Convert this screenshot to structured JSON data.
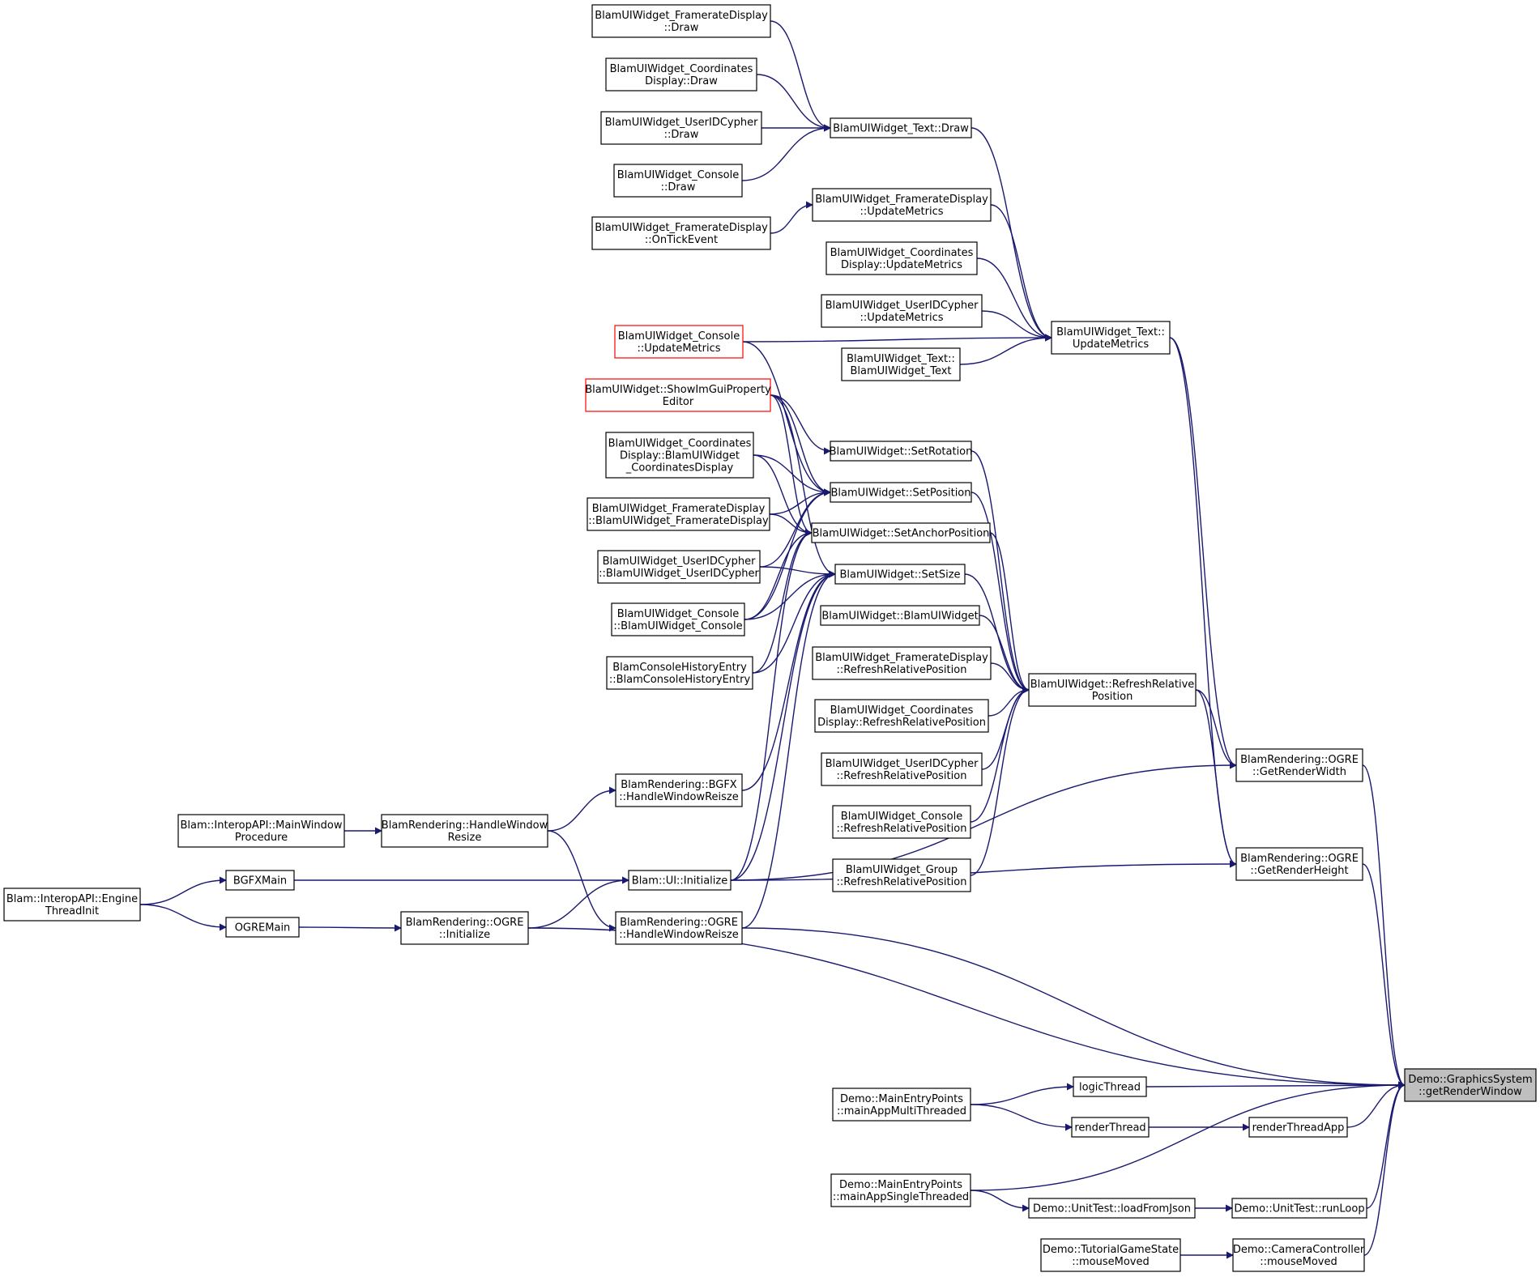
{
  "colors": {
    "edge": "#191970",
    "border": "#000000",
    "border_highlight": "#ff0000",
    "fill": "#ffffff",
    "fill_focus": "#bfbfbf",
    "text": "#000000"
  },
  "nodes": [
    {
      "id": "fd_draw",
      "lines": [
        "BlamUIWidget_FramerateDisplay",
        "::Draw"
      ]
    },
    {
      "id": "cd_draw",
      "lines": [
        "BlamUIWidget_Coordinates",
        "Display::Draw"
      ]
    },
    {
      "id": "uc_draw",
      "lines": [
        "BlamUIWidget_UserIDCypher",
        "::Draw"
      ]
    },
    {
      "id": "co_draw",
      "lines": [
        "BlamUIWidget_Console",
        "::Draw"
      ]
    },
    {
      "id": "fd_tick",
      "lines": [
        "BlamUIWidget_FramerateDisplay",
        "::OnTickEvent"
      ]
    },
    {
      "id": "text_draw",
      "lines": [
        "BlamUIWidget_Text::Draw"
      ]
    },
    {
      "id": "fd_upd",
      "lines": [
        "BlamUIWidget_FramerateDisplay",
        "::UpdateMetrics"
      ]
    },
    {
      "id": "cd_upd",
      "lines": [
        "BlamUIWidget_Coordinates",
        "Display::UpdateMetrics"
      ]
    },
    {
      "id": "uc_upd",
      "lines": [
        "BlamUIWidget_UserIDCypher",
        "::UpdateMetrics"
      ]
    },
    {
      "id": "text_ctor",
      "lines": [
        "BlamUIWidget_Text::",
        "BlamUIWidget_Text"
      ]
    },
    {
      "id": "text_upd",
      "lines": [
        "BlamUIWidget_Text::",
        "UpdateMetrics"
      ]
    },
    {
      "id": "co_upd",
      "lines": [
        "BlamUIWidget_Console",
        "::UpdateMetrics"
      ],
      "highlight": true
    },
    {
      "id": "showim",
      "lines": [
        "BlamUIWidget::ShowImGuiProperty",
        "Editor"
      ],
      "highlight": true
    },
    {
      "id": "cd_ctor",
      "lines": [
        "BlamUIWidget_Coordinates",
        "Display::BlamUIWidget",
        "_CoordinatesDisplay"
      ]
    },
    {
      "id": "fd_ctor",
      "lines": [
        "BlamUIWidget_FramerateDisplay",
        "::BlamUIWidget_FramerateDisplay"
      ]
    },
    {
      "id": "uc_ctor",
      "lines": [
        "BlamUIWidget_UserIDCypher",
        "::BlamUIWidget_UserIDCypher"
      ]
    },
    {
      "id": "co_ctor",
      "lines": [
        "BlamUIWidget_Console",
        "::BlamUIWidget_Console"
      ]
    },
    {
      "id": "bche",
      "lines": [
        "BlamConsoleHistoryEntry",
        "::BlamConsoleHistoryEntry"
      ]
    },
    {
      "id": "setrot",
      "lines": [
        "BlamUIWidget::SetRotation"
      ]
    },
    {
      "id": "setpos",
      "lines": [
        "BlamUIWidget::SetPosition"
      ]
    },
    {
      "id": "setanc",
      "lines": [
        "BlamUIWidget::SetAnchorPosition"
      ]
    },
    {
      "id": "setsize",
      "lines": [
        "BlamUIWidget::SetSize"
      ]
    },
    {
      "id": "bw_ctor",
      "lines": [
        "BlamUIWidget::BlamUIWidget"
      ]
    },
    {
      "id": "fd_rrp",
      "lines": [
        "BlamUIWidget_FramerateDisplay",
        "::RefreshRelativePosition"
      ]
    },
    {
      "id": "cd_rrp",
      "lines": [
        "BlamUIWidget_Coordinates",
        "Display::RefreshRelativePosition"
      ]
    },
    {
      "id": "uc_rrp",
      "lines": [
        "BlamUIWidget_UserIDCypher",
        "::RefreshRelativePosition"
      ]
    },
    {
      "id": "co_rrp",
      "lines": [
        "BlamUIWidget_Console",
        "::RefreshRelativePosition"
      ]
    },
    {
      "id": "gr_rrp",
      "lines": [
        "BlamUIWidget_Group",
        "::RefreshRelativePosition"
      ]
    },
    {
      "id": "rrp",
      "lines": [
        "BlamUIWidget::RefreshRelative",
        "Position"
      ]
    },
    {
      "id": "grw",
      "lines": [
        "BlamRendering::OGRE",
        "::GetRenderWidth"
      ]
    },
    {
      "id": "grh",
      "lines": [
        "BlamRendering::OGRE",
        "::GetRenderHeight"
      ]
    },
    {
      "id": "bgfx_hwr",
      "lines": [
        "BlamRendering::BGFX",
        "::HandleWindowReisze"
      ]
    },
    {
      "id": "mwp",
      "lines": [
        "Blam::InteropAPI::MainWindow",
        "Procedure"
      ]
    },
    {
      "id": "hwr",
      "lines": [
        "BlamRendering::HandleWindow",
        "Resize"
      ]
    },
    {
      "id": "bgfxmain",
      "lines": [
        "BGFXMain"
      ]
    },
    {
      "id": "ui_init",
      "lines": [
        "Blam::UI::Initialize"
      ]
    },
    {
      "id": "eti",
      "lines": [
        "Blam::InteropAPI::Engine",
        "ThreadInit"
      ]
    },
    {
      "id": "ogremain",
      "lines": [
        "OGREMain"
      ]
    },
    {
      "id": "ogre_init",
      "lines": [
        "BlamRendering::OGRE",
        "::Initialize"
      ]
    },
    {
      "id": "ogre_hwr",
      "lines": [
        "BlamRendering::OGRE",
        "::HandleWindowReisze"
      ]
    },
    {
      "id": "logic",
      "lines": [
        "logicThread"
      ]
    },
    {
      "id": "mamt",
      "lines": [
        "Demo::MainEntryPoints",
        "::mainAppMultiThreaded"
      ]
    },
    {
      "id": "render",
      "lines": [
        "renderThread"
      ]
    },
    {
      "id": "rta",
      "lines": [
        "renderThreadApp"
      ]
    },
    {
      "id": "mast",
      "lines": [
        "Demo::MainEntryPoints",
        "::mainAppSingleThreaded"
      ]
    },
    {
      "id": "lfj",
      "lines": [
        "Demo::UnitTest::loadFromJson"
      ]
    },
    {
      "id": "runloop",
      "lines": [
        "Demo::UnitTest::runLoop"
      ]
    },
    {
      "id": "tgs",
      "lines": [
        "Demo::TutorialGameState",
        "::mouseMoved"
      ]
    },
    {
      "id": "cam",
      "lines": [
        "Demo::CameraController",
        "::mouseMoved"
      ]
    },
    {
      "id": "grwin",
      "lines": [
        "Demo::GraphicsSystem",
        "::getRenderWindow"
      ],
      "focus": true
    }
  ],
  "edges": [
    [
      "fd_draw",
      "text_draw"
    ],
    [
      "cd_draw",
      "text_draw"
    ],
    [
      "uc_draw",
      "text_draw"
    ],
    [
      "co_draw",
      "text_draw"
    ],
    [
      "fd_tick",
      "fd_upd"
    ],
    [
      "text_draw",
      "text_upd"
    ],
    [
      "fd_upd",
      "text_upd"
    ],
    [
      "cd_upd",
      "text_upd"
    ],
    [
      "uc_upd",
      "text_upd"
    ],
    [
      "text_ctor",
      "text_upd"
    ],
    [
      "co_upd",
      "text_upd"
    ],
    [
      "co_upd",
      "setpos"
    ],
    [
      "showim",
      "setrot"
    ],
    [
      "showim",
      "setpos"
    ],
    [
      "showim",
      "setanc"
    ],
    [
      "showim",
      "setsize"
    ],
    [
      "cd_ctor",
      "setpos"
    ],
    [
      "cd_ctor",
      "setanc"
    ],
    [
      "fd_ctor",
      "setpos"
    ],
    [
      "fd_ctor",
      "setanc"
    ],
    [
      "uc_ctor",
      "setpos"
    ],
    [
      "uc_ctor",
      "setsize"
    ],
    [
      "co_ctor",
      "setpos"
    ],
    [
      "co_ctor",
      "setanc"
    ],
    [
      "co_ctor",
      "setsize"
    ],
    [
      "bche",
      "setanc"
    ],
    [
      "bche",
      "setsize"
    ],
    [
      "setrot",
      "rrp"
    ],
    [
      "setpos",
      "rrp"
    ],
    [
      "setanc",
      "rrp"
    ],
    [
      "setsize",
      "rrp"
    ],
    [
      "bw_ctor",
      "rrp"
    ],
    [
      "fd_rrp",
      "rrp"
    ],
    [
      "cd_rrp",
      "rrp"
    ],
    [
      "uc_rrp",
      "rrp"
    ],
    [
      "co_rrp",
      "rrp"
    ],
    [
      "gr_rrp",
      "rrp"
    ],
    [
      "text_upd",
      "grw"
    ],
    [
      "text_upd",
      "grh"
    ],
    [
      "rrp",
      "grw"
    ],
    [
      "rrp",
      "grh"
    ],
    [
      "bgfx_hwr",
      "setsize"
    ],
    [
      "mwp",
      "hwr"
    ],
    [
      "hwr",
      "bgfx_hwr"
    ],
    [
      "hwr",
      "ogre_hwr"
    ],
    [
      "eti",
      "bgfxmain"
    ],
    [
      "eti",
      "ogremain"
    ],
    [
      "bgfxmain",
      "ui_init"
    ],
    [
      "ogremain",
      "ogre_init"
    ],
    [
      "ogre_init",
      "ui_init"
    ],
    [
      "ui_init",
      "setanc"
    ],
    [
      "ui_init",
      "setsize"
    ],
    [
      "ui_init",
      "grw"
    ],
    [
      "ui_init",
      "grh"
    ],
    [
      "ogre_hwr",
      "setsize"
    ],
    [
      "grw",
      "grwin"
    ],
    [
      "grh",
      "grwin"
    ],
    [
      "ogre_hwr",
      "grwin"
    ],
    [
      "ogre_init",
      "grwin"
    ],
    [
      "mamt",
      "logic"
    ],
    [
      "mamt",
      "render"
    ],
    [
      "logic",
      "grwin"
    ],
    [
      "render",
      "rta"
    ],
    [
      "rta",
      "grwin"
    ],
    [
      "mast",
      "grwin"
    ],
    [
      "mast",
      "lfj"
    ],
    [
      "lfj",
      "runloop"
    ],
    [
      "runloop",
      "grwin"
    ],
    [
      "tgs",
      "cam"
    ],
    [
      "cam",
      "grwin"
    ]
  ]
}
